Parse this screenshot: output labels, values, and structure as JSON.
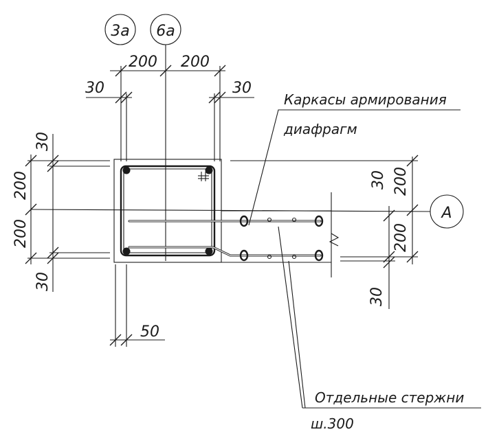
{
  "axes": {
    "left_top": "3а",
    "left_bottom": "6а",
    "right": "А"
  },
  "dimensions": {
    "top_left": "200",
    "top_right": "200",
    "top_offset_left": "30",
    "top_offset_right": "30",
    "left_top_offset": "30",
    "left_upper": "200",
    "left_lower": "200",
    "left_bottom_offset": "30",
    "right_offset_top": "30",
    "right_upper": "200",
    "right_lower": "200",
    "right_offset_bottom": "30",
    "bottom_width": "50"
  },
  "labels": {
    "frames_line1": "Каркасы армирования",
    "frames_line2": "диафрагм",
    "rods_line1": "Отдельные стержни",
    "rods_line2": "ш.300"
  },
  "colors": {
    "ink": "#1a1a1a",
    "paper": "#ffffff"
  }
}
